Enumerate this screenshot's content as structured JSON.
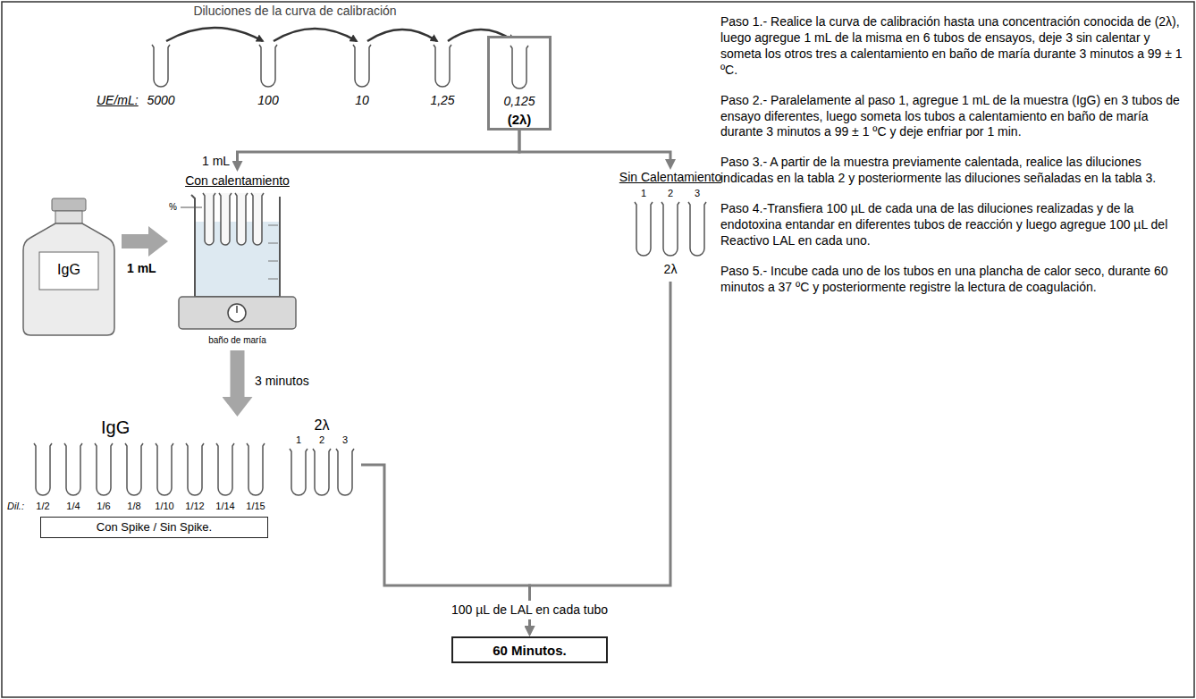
{
  "diagram": {
    "title": "Diluciones de la curva de calibración",
    "nodes": [
      {
        "text": [
          "0,125",
          "(2λ)"
        ]
      },
      {
        "text": [
          "IgG"
        ]
      },
      {
        "text": [
          "Con calentamiento",
          "baño de maría"
        ]
      },
      {
        "text": [
          "Sin Calentamiento",
          "2λ"
        ]
      },
      {
        "text": [
          "IgG"
        ]
      },
      {
        "text": [
          "2λ"
        ]
      },
      {
        "text": [
          "Con Spike / Sin Spike."
        ]
      },
      {
        "text": [
          "60 Minutos."
        ]
      }
    ],
    "edges": [
      {
        "from": 0,
        "to": 2,
        "arrow": "to",
        "label": "1 mL"
      },
      {
        "from": 0,
        "to": 3,
        "arrow": "to"
      },
      {
        "from": 1,
        "to": 2,
        "arrow": "to",
        "label": "1 mL"
      },
      {
        "from": 2,
        "to": 4,
        "arrow": "to",
        "label": "3 minutos"
      },
      {
        "from": 5,
        "to": 7,
        "arrow": "to"
      },
      {
        "from": 3,
        "to": 7,
        "arrow": "to",
        "label": "100 µL de LAL en cada tubo"
      }
    ],
    "labels": [
      "UE/mL:",
      "5000",
      "100",
      "10",
      "1,25",
      "%",
      "1",
      "2",
      "3",
      "Dil.:",
      "1/2",
      "1/4",
      "1/6",
      "1/8",
      "1/10",
      "1/12",
      "1/14",
      "1/15",
      "1",
      "2",
      "3",
      "Paso 1.- Realice la curva de calibración hasta una concentración conocida de (2λ), luego agregue 1 mL de la misma en 6 tubos de ensayos, deje 3 sin calentar y someta los otros tres a calentamiento en baño de maría durante 3 minutos a 99 ± 1 ºC.",
      "Paso 2.- Paralelamente al paso 1, agregue 1 mL de la muestra (IgG) en 3 tubos de ensayo diferentes, luego someta los tubos a calentamiento en baño de maría durante 3 minutos a 99 ± 1 ºC y deje enfriar por 1 min.",
      "Paso 3.- A partir de la muestra previamente calentada, realice las diluciones indicadas en la tabla 2 y posteriormente las diluciones señaladas en la tabla 3.",
      "Paso 4.-Transfiera 100 µL de cada una de las diluciones realizadas y de la endotoxina entandar en diferentes tubos de reacción y luego agregue 100 µL del Reactivo LAL en cada uno.",
      "Paso 5.- Incube cada uno de los tubos en una plancha de calor seco, durante 60 minutos a 37 ºC y posteriormente registre la lectura de coagulación."
    ]
  }
}
